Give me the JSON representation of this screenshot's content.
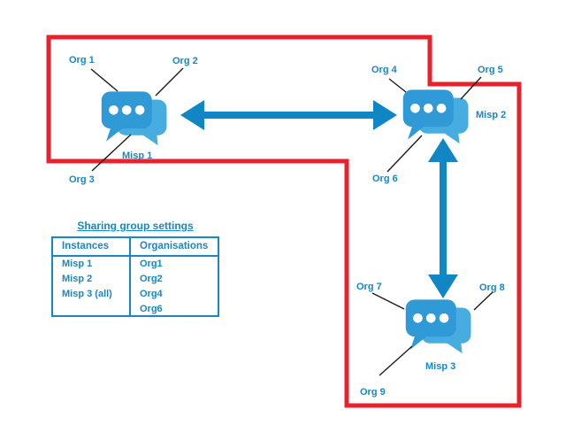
{
  "colors": {
    "background": "#ffffff",
    "red_border": "#e8222d",
    "blue": "#1787c8",
    "arrow_blue": "#1186c5",
    "icon_front": "#2f9ad5",
    "icon_back": "#47acdf",
    "connector_line": "#1c1c1c"
  },
  "nodes": {
    "misp1": {
      "label": "Misp 1"
    },
    "misp2": {
      "label": "Misp 2"
    },
    "misp3": {
      "label": "Misp 3"
    }
  },
  "orgs": {
    "org1": "Org 1",
    "org2": "Org 2",
    "org3": "Org 3",
    "org4": "Org 4",
    "org5": "Org 5",
    "org6": "Org 6",
    "org7": "Org 7",
    "org8": "Org 8",
    "org9": "Org 9"
  },
  "sharing_table": {
    "title": "Sharing group settings",
    "headers": [
      "Instances",
      "Organisations"
    ],
    "instances": [
      "Misp 1",
      "Misp 2",
      "Misp 3 (all)"
    ],
    "organisations": [
      "Org1",
      "Org2",
      "Org4",
      "Org6"
    ]
  }
}
